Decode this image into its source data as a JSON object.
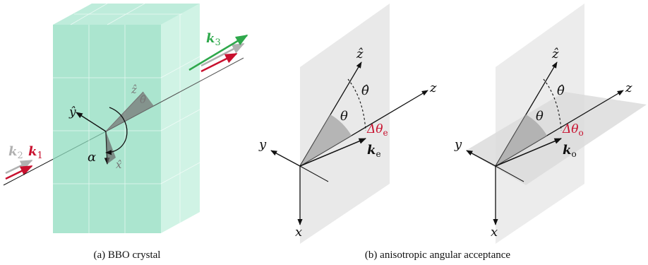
{
  "colors": {
    "crystal_face": "#8fdcbf",
    "crystal_side": "#bdeedd",
    "k1": "#c8102e",
    "k2": "#b0b0b0",
    "k3": "#2ea84b",
    "delta": "#c8102e",
    "plane": "#e9e9e9"
  },
  "panel_a": {
    "caption": "(a) BBO crystal",
    "labels": {
      "k1": "k",
      "k1_sub": "1",
      "k2": "k",
      "k2_sub": "2",
      "k3": "k",
      "k3_sub": "3",
      "y_hat": "ŷ",
      "z_hat": "ẑ",
      "x_hat": "x̂",
      "theta_hat": "θ̂",
      "alpha": "α"
    }
  },
  "panel_b": {
    "caption": "(b) anisotropic angular acceptance",
    "left": {
      "z_hat": "ẑ",
      "theta_hat": "θ̂",
      "theta": "θ",
      "z": "z",
      "y": "y",
      "x": "x",
      "delta": "Δθ",
      "delta_sub": "e",
      "k": "k",
      "k_sub": "e"
    },
    "right": {
      "z_hat": "ẑ",
      "theta_hat": "θ̂",
      "theta": "θ",
      "z": "z",
      "y": "y",
      "x": "x",
      "delta": "Δθ",
      "delta_sub": "o",
      "k": "k",
      "k_sub": "o"
    }
  }
}
